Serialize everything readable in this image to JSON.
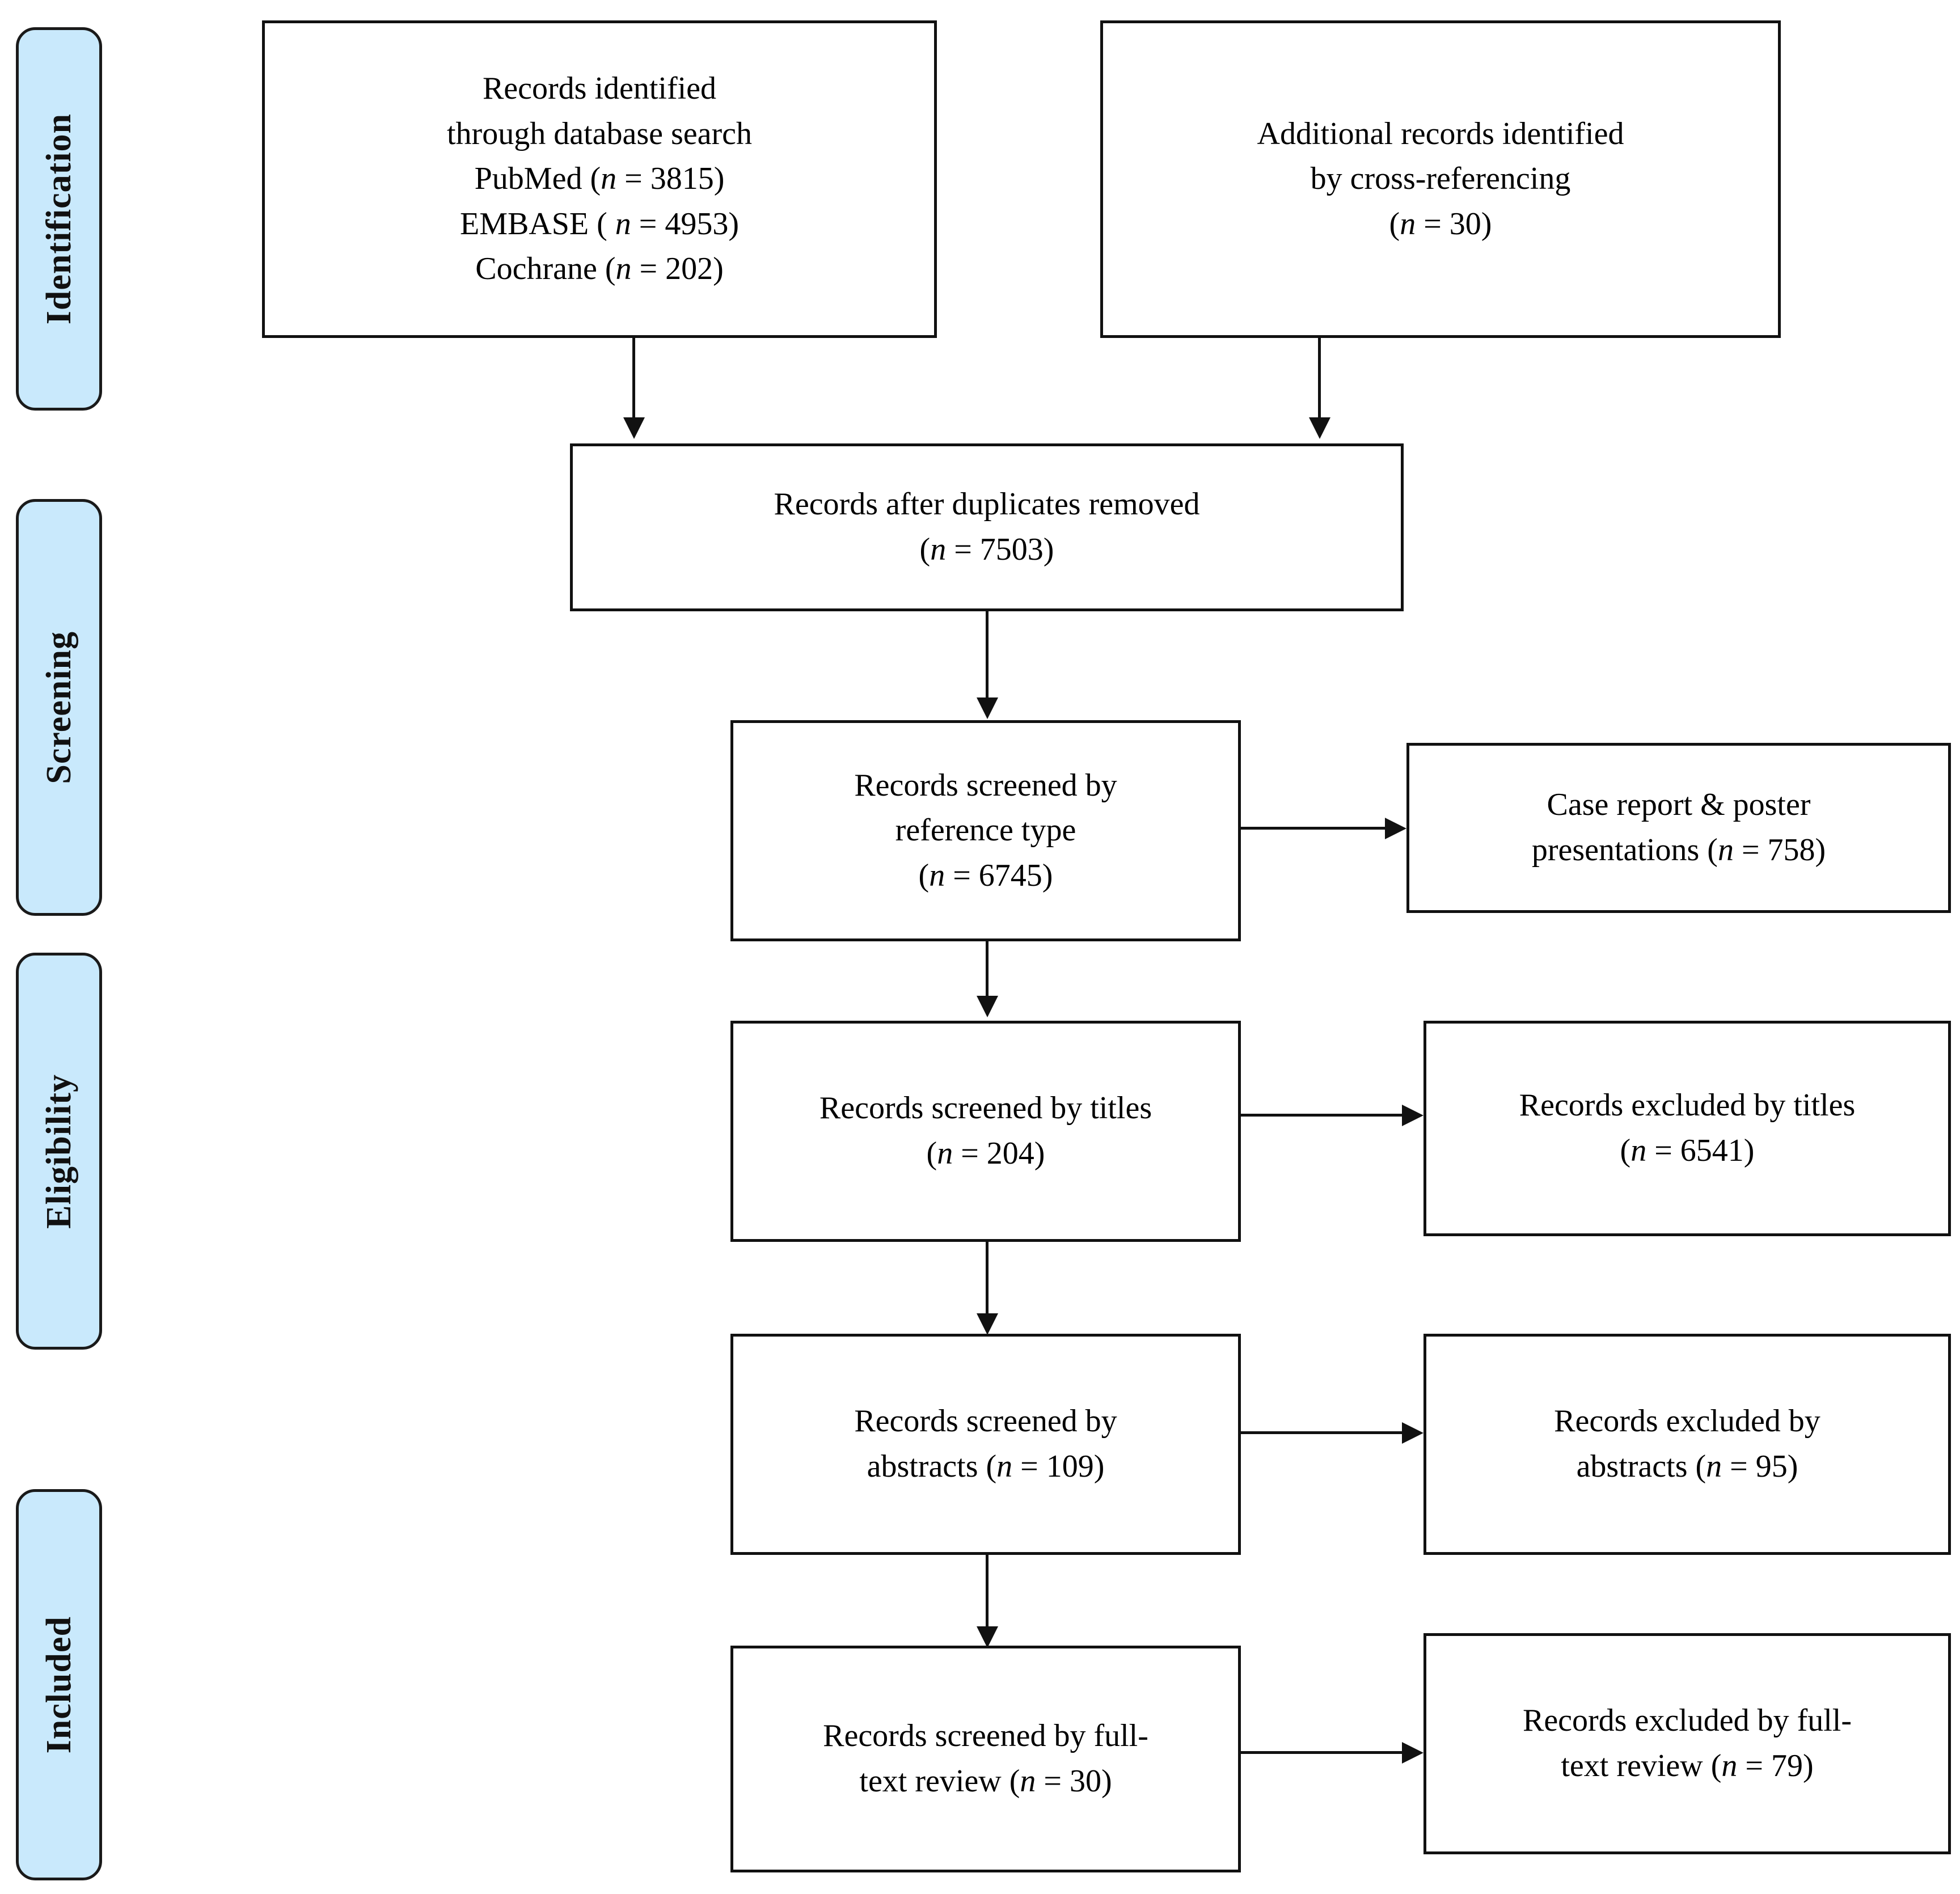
{
  "diagram": {
    "type": "PRISMA flow diagram",
    "phases": [
      {
        "id": "identification",
        "label": "Identification"
      },
      {
        "id": "screening",
        "label": "Screening"
      },
      {
        "id": "eligibility",
        "label": "Eligibility"
      },
      {
        "id": "included",
        "label": "Included"
      }
    ],
    "boxes": {
      "database_search": {
        "text": "Records identified\nthrough database search\nPubMed (n = 3815)\nEMBASE ( n = 4953)\nCochrane (n = 202)",
        "counts": {
          "PubMed": 3815,
          "EMBASE": 4953,
          "Cochrane": 202
        }
      },
      "cross_referencing": {
        "text": "Additional records identified\nby cross-referencing\n(n = 30)",
        "count": 30
      },
      "duplicates_removed": {
        "text": "Records after duplicates removed\n(n = 7503)",
        "count": 7503
      },
      "screened_reference_type": {
        "text": "Records screened by\nreference type\n(n = 6745)",
        "count": 6745
      },
      "excluded_case_poster": {
        "text": "Case report & poster\npresentations (n = 758)",
        "count": 758
      },
      "screened_titles": {
        "text": "Records screened by titles\n(n = 204)",
        "count": 204
      },
      "excluded_titles": {
        "text": "Records excluded by titles\n(n = 6541)",
        "count": 6541
      },
      "screened_abstracts": {
        "text": "Records screened by\nabstracts (n = 109)",
        "count": 109
      },
      "excluded_abstracts": {
        "text": "Records excluded by\nabstracts (n = 95)",
        "count": 95
      },
      "screened_fulltext": {
        "text": "Records screened by full-\ntext review (n = 30)",
        "count": 30
      },
      "excluded_fulltext": {
        "text": "Records excluded by full-\ntext review (n = 79)",
        "count": 79
      }
    },
    "colors": {
      "phase_pill_fill": "#c9e9fc",
      "stroke": "#111111",
      "box_fill": "#ffffff",
      "text": "#000000"
    }
  }
}
